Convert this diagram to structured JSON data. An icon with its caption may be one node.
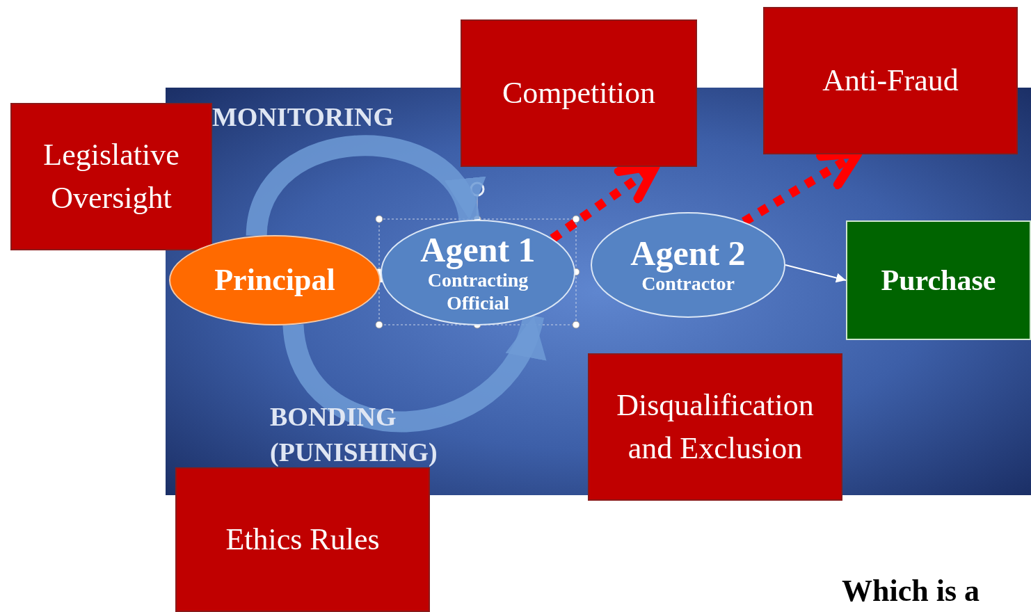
{
  "diagram": {
    "nodes": [
      {
        "text": [
          "Legislative Oversight"
        ]
      },
      {
        "text": [
          "Competition"
        ]
      },
      {
        "text": [
          "Anti-Fraud"
        ]
      },
      {
        "text": [
          "Principal"
        ]
      },
      {
        "text": [
          "Agent 1",
          "Contracting Official"
        ]
      },
      {
        "text": [
          "Agent 2",
          "Contractor"
        ]
      },
      {
        "text": [
          "Purchase"
        ]
      },
      {
        "text": [
          "Disqualification and Exclusion"
        ]
      },
      {
        "text": [
          "Ethics Rules"
        ]
      }
    ],
    "edges": [
      {
        "from": 3,
        "to": 4,
        "arrow": "to"
      },
      {
        "from": 3,
        "to": 4,
        "arrow": "to",
        "style": "thick",
        "color": "#6f9bd6"
      },
      {
        "from": 3,
        "to": 4,
        "arrow": "to",
        "style": "thick",
        "color": "#6f9bd6"
      },
      {
        "from": 4,
        "to": 1,
        "arrow": "to",
        "style": "dashed",
        "color": "#ff0000"
      },
      {
        "from": 5,
        "to": 2,
        "arrow": "to",
        "style": "dashed",
        "color": "#ff0000"
      },
      {
        "from": 5,
        "to": 6,
        "arrow": "to"
      }
    ],
    "labels": [
      "MONITORING",
      "BONDING (PUNISHING)",
      "Which is a"
    ]
  }
}
